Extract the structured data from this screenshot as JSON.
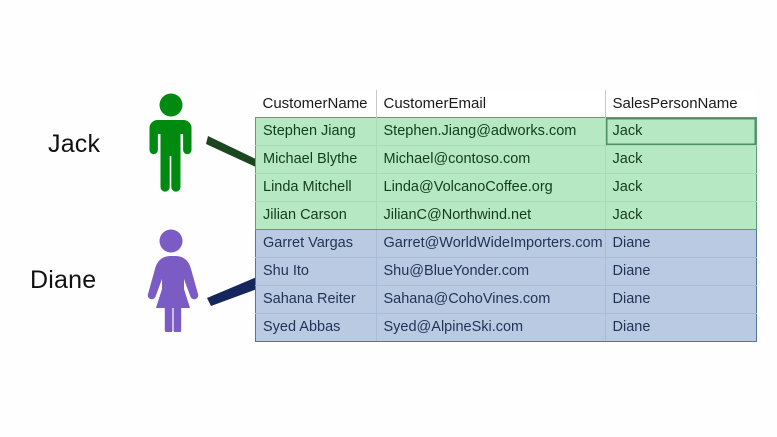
{
  "people": [
    {
      "name": "Jack",
      "figure": "male-figure-icon",
      "figure_color": "#008a10",
      "arrow": "arrow-down-right-icon",
      "arrow_color": "#1b4620"
    },
    {
      "name": "Diane",
      "figure": "female-figure-icon",
      "figure_color": "#7b5bc4",
      "arrow": "arrow-up-right-icon",
      "arrow_color": "#15265c"
    }
  ],
  "table": {
    "headers": [
      "CustomerName",
      "CustomerEmail",
      "SalesPersonName"
    ],
    "groups": [
      {
        "salesperson": "Jack",
        "color": "#b6e8c4",
        "border_color": "#5a9e72",
        "rows": [
          {
            "customer_name": "Stephen Jiang",
            "customer_email": "Stephen.Jiang@adworks.com",
            "sales_person_name": "Jack"
          },
          {
            "customer_name": "Michael Blythe",
            "customer_email": "Michael@contoso.com",
            "sales_person_name": "Jack"
          },
          {
            "customer_name": "Linda Mitchell",
            "customer_email": "Linda@VolcanoCoffee.org",
            "sales_person_name": "Jack"
          },
          {
            "customer_name": "Jilian Carson",
            "customer_email": "JilianC@Northwind.net",
            "sales_person_name": "Jack"
          }
        ]
      },
      {
        "salesperson": "Diane",
        "color": "#b9cae2",
        "border_color": "#5a739c",
        "rows": [
          {
            "customer_name": "Garret Vargas",
            "customer_email": "Garret@WorldWideImporters.com",
            "sales_person_name": "Diane"
          },
          {
            "customer_name": "Shu Ito",
            "customer_email": "Shu@BlueYonder.com",
            "sales_person_name": "Diane"
          },
          {
            "customer_name": "Sahana Reiter",
            "customer_email": "Sahana@CohoVines.com",
            "sales_person_name": "Diane"
          },
          {
            "customer_name": "Syed Abbas",
            "customer_email": "Syed@AlpineSki.com",
            "sales_person_name": "Diane"
          }
        ]
      }
    ]
  }
}
